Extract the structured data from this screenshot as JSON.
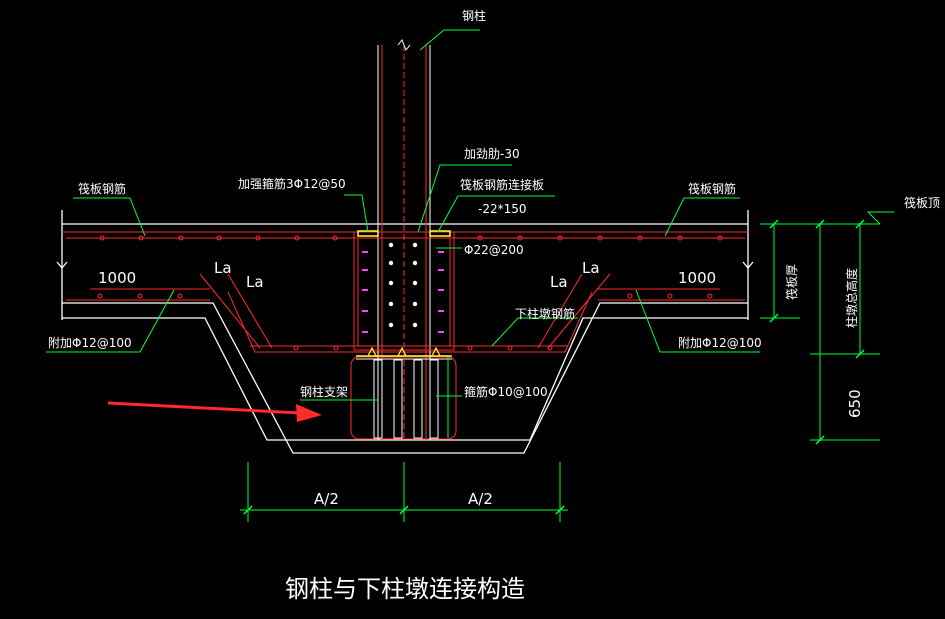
{
  "title": "钢柱与下柱墩连接构造",
  "labels": {
    "steel_column": "钢柱",
    "stiffener": "加劲肋-30",
    "raft_rebar_left": "筏板钢筋",
    "raft_rebar_right": "筏板钢筋",
    "reinforced_stirrup": "加强箍筋3Φ12@50",
    "raft_connect_plate": "筏板钢筋连接板",
    "plate_size": "-22*150",
    "bolt": "Φ22@200",
    "raft_top": "筏板顶",
    "la_left_1": "La",
    "la_left_2": "La",
    "la_right_1": "La",
    "la_right_2": "La",
    "dim_left": "1000",
    "dim_right": "1000",
    "raft_thickness": "筏板厚",
    "pier_total_height": "柱墩总高度",
    "pier_rebar": "下柱墩钢筋",
    "extra_left": "附加Φ12@100",
    "extra_right": "附加Φ12@100",
    "column_support": "钢柱支架",
    "stirrup": "箍筋Φ10@100",
    "dim_650": "650",
    "half_a_left": "A/2",
    "half_a_right": "A/2"
  },
  "colors": {
    "background": "#000000",
    "outline": "#ffffff",
    "rebar": "#ff2a2a",
    "leader": "#00ff33",
    "column": "#ffff33",
    "bolt_dot": "#ffffff",
    "stud": "#ff44ff",
    "arrow": "#ff2a2a"
  }
}
